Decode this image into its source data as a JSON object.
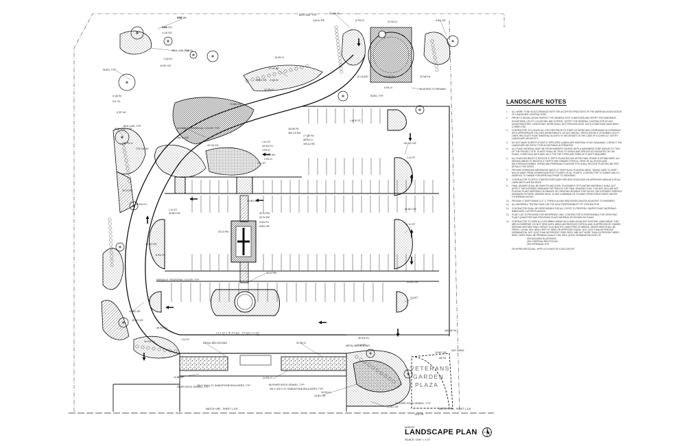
{
  "drawing": {
    "title": "LANDSCAPE PLAN",
    "north_label": "NORTH",
    "scale": "SCALE: 1/16\" = 1'-0\"",
    "sign_text": "VISITOR DRIVE",
    "plaza_text": [
      "VETERANS",
      "GARDEN",
      "PLAZA"
    ],
    "match_lines": [
      "MATCH LINE - SHEET L-101",
      "MATCH LINE - SHEET L-101"
    ]
  },
  "notes": {
    "heading": "LANDSCAPE NOTES",
    "items": [
      {
        "n": "1.",
        "text": "ALL WORK TO BE IN ACCORDANCE WITH THE ACCEPTED PRACTICES OF THE AMERICAN ASSOCIATION OF LANDSCAPE CONTRACTORS."
      },
      {
        "n": "2.",
        "text": "PRIOR TO INSTALLATION, INSPECT THE GENERAL SITE CONDITIONS AND VERIFY THE SUBGRADE, ELEVATIONS, UTILITY LOCATIONS, AND TOPSOIL. NOTIFY THE GENERAL CONTRACTOR OF ANY UNSATISFACTORY CONDITIONS. WORK SHALL NOT PROCEED UNTIL SUCH CONDITIONS HAVE BEEN CORRECTED."
      },
      {
        "n": "3.",
        "text": "CONTRACTOR TO LOCATE ALL UTILITIES PRIOR TO START OF WORK AND COORDINATE ACCORDINGLY WITH APPROPRIATE UTILITIES DEPARTMENTS. DO NOT INSTALL TREES WITHIN 5' OF BURIED UTILITY LINES. RELOCATE PLANT MATERIAL SLIGHTLY IF NECESSARY. IN THE CASE OF A CONFLICT, NOTIFY LANDSCAPE ARCHITECT."
      },
      {
        "n": "4.",
        "text": "DO NOT MAKE SUBSTITUTIONS. IF SPECIFIED LANDSCAPE MATERIAL IS NOT AVAILABLE, CONTACT THE LANDSCAPE ARCHITECT FOR ACCEPTABLE ALTERNATIVE."
      },
      {
        "n": "5.",
        "text": "ALL PLANT MATERIAL MUST BE FROM NURSERY SOURCE WITH A HARDINESS ZONE SIMILAR TO THAT OF THE PROJECT SITE. PLANTS SHALL BE TRUE TO GENUS AND SPECIES AS INDICATED ON THE PLANS, COMPLYING WITH ANSI Z60.1 FOR THE TYPES AND FORM OF PLANTS REQUIRED."
      },
      {
        "n": "6.",
        "text": "ALL PLANTING BEDS TO RECEIVE 6\" DEPTH PLANTING MIX AFTER FINAL GRADE IS ESTABLISHED. ALL SEEDED AREAS TO RECEIVE 4\" DEPTH FINE GRADED TOPSOIL, FREE OF ALL ROCKS AND DELETERIOUS DEBRIS. SHRUB AND PERENNIAL PLANTING PITS SHALL RECEIVE PLANTING MIX PER DETAILS THIS SHEET."
      },
      {
        "n": "7.",
        "text": "PROVIDE SHREDDED HARDWOOD MULCH 3\" DEEP IN ALL PLANTING BEDS, TAKING CARE TO KEEP MULCH AWAY FROM CROWNS AND ROOT FLARES OF ALL PLANTS. CONTRACTOR TO SUBMIT MULCH SAMPLES TO OWNER FOR APPROVAL PRIOR TO ORDERING."
      },
      {
        "n": "8.",
        "text": "CONTRACTOR TO APPLY STARTER FERTILIZER PER SPECIFICATIONS OR APPROVED SIMILAR FOR ALL LAWN AND PLANTING BEDS."
      },
      {
        "n": "9.",
        "text": "FINAL GRADES SHALL BE SMOOTH AND EVEN. PLACEMENT OF PLANTING MATERIALS SHALL NOT AFFECT THE INTENDED DRAINAGE PATTERN OF THE FINAL GRADING PLAN. THIS MAY INCLUDE NOT PLACING PLANT MATERIALS IN SWALES OR CREATING MOUNDS THAT BLOCK THE INTENDED SURFACE DRAINAGE PATTERN. GRADES SHALL SLOPE A MINIMUM OF 2% AWAY FROM STRUCTURES UNLESS OTHERWISE NOTED."
      },
      {
        "n": "10.",
        "text": "PROVIDE 4\" DEEP SPADE CUT 'V' TRENCH ALONG BED EDGES UNLESS ADJACENT TO PAVEMENT."
      },
      {
        "n": "11.",
        "text": "ALL MATERIALS TESTING SHALL BE THE SOLE RESPONSIBILITY OF CONTRACTOR."
      },
      {
        "n": "12.",
        "text": "CONTRACTOR SHALL BE RESPONSIBLE FOR ALL COSTS TO PROPERLY WATER PLANT MATERIALS IMMEDIATELY AFTER PLANTING."
      },
      {
        "n": "13.",
        "text": "PLANT LIST IS PROVIDED FOR REFERENCE ONLY. CONTRACTOR IS RESPONSIBLE FOR VERIFYING PLANT QUANTITIES AND PROVIDING PLANT MATERIAL AS SHOWN ON PLANS."
      },
      {
        "n": "14.",
        "text": "CONTRACTOR TO SEED ALL DISTURBED AREAS INCLUDING ADJACENT EXISTING LAWN AREAS THAT ARE IN DISREPAIR. DO NOT SEED UNTIL AREA HAS RECEIVED TOPSOIL AND IS APPROVED BY OWNER. SEEDING MIXTURE SHALL RESULT IN A HEALTHY LAWN FREE OF WEEDS. GRASS SEED SHALL BE FRESH, CLEAN, DRY, NEW-CROP OF SEED OR APPROVED EQUAL. NOT LESS THAN 85 PERCENT GERMINATION, NOT LESS THAN 95 PERCENT PURE SEED, AND NOT MORE THAN 0.5 PERCENT WEED SEED. SEED SHALL BE PREMIUM QUALITY MIX WITH QUICK GERMINATION RATE OF:"
      }
    ],
    "seed_mix": [
      "50% BLENDED BLUEGRASS",
      "25% CREEPING RED FESCUE",
      "25% PERENNIAL RYE"
    ],
    "seed_rate": "OR APPROVED EQUAL. APPLY AT A RATE OF 5 LBS./1000 SF."
  },
  "labels": [
    "5 SP VH",
    "4 LM GG",
    "4 LM GG",
    "BED LINE, TYP.",
    "10 BX GG",
    "1 QU BI",
    "1 QU BI",
    "SEED, TYP.",
    "3 QU BI",
    "5 IL GL",
    "BED LINE, TYP.",
    "5 SP VH",
    "12 HE BF",
    "18 BO GR",
    "3 QU BI",
    "16 PA VI",
    "BED LINE, TYP.",
    "23 NE FA",
    "140 AJ RE",
    "12 PA VI",
    "22 PA VI",
    "6 BO GR",
    "SEED, TYP.",
    "19 CA MO",
    "10 NE FA",
    "6 PA VI",
    "EXISTING TO REMAIN",
    "22 NE FA",
    "12 PA VI",
    "70 BO GR",
    "ANNUALS / SEASONAL COLOR, TYP.",
    "280 AJ RE",
    "18 NE FA",
    "395 CA MO",
    "1 ACE ST",
    "17 NE FA",
    "16 PA VI",
    "190 AJ RE",
    "10 LM GG",
    "1 IU ST",
    "18 RU FU",
    "3 PA VI",
    "210 AJ RE",
    "2 PA VI",
    "1 IU ST",
    "130 BO GR",
    "1 IU ST",
    "BED LINE, TYP.",
    "21 PA VI",
    "175 CA MO",
    "30 DI PM",
    "30 BO GR",
    "1 IU ST",
    "40 RU FU",
    "30 BO GR",
    "40 DI PM",
    "25 DI PM",
    "30 DI PM",
    "8 RU FU",
    "8 BO GR",
    "30 BO GR",
    "8 RU FU",
    "80 BO GR",
    "1 IU ST",
    "30 BO GR",
    "40 DI PM",
    "ANNUALS / SEASONAL COLOR, TYP.",
    "3 U ST",
    "40 BO GR",
    "46 RU FU",
    "26 BO GR",
    "30 RU FU",
    "1 IU ST",
    "1 IU ST",
    "METAL BED EDGING",
    "30 RU FU",
    "20 PA VI",
    "METAL BED EDGING",
    "12 BL ST",
    "2W X 3'W X 3'L SANDSTONE BOULDERS, TYP.",
    "RIVER ROCK GRAVEL, TYP.",
    "24 PA VI",
    "80 RIVER ROCK GRAVEL, TYP.",
    "2W X 3'W X 3'L SANDSTONE BOULDERS, TYP.",
    "80 RIVER ROCK GRAVEL, TYP.",
    "16 BO GR",
    "18 PA VI",
    "24 BO GR",
    "15 IL GL",
    "180 NE FA",
    "15 BO GR",
    "NE FA",
    "NOT USED",
    "VAN",
    "VAN"
  ]
}
